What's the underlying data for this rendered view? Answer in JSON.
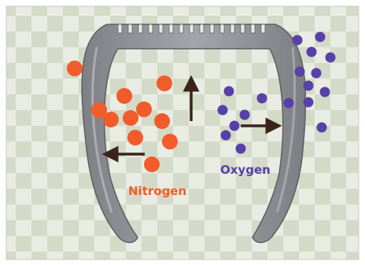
{
  "labels": {
    "nitrogen": "Nitrogen",
    "oxygen": "Oxygen"
  },
  "colors": {
    "nitrogen": "#f25c2a",
    "oxygen": "#5840a8",
    "tire": "#8f9196",
    "tire_stroke": "#5d5f63",
    "arrow": "#3a241a",
    "checker_light": "#e9ece3",
    "checker_dark": "#d3dbc8"
  },
  "icons": {
    "tire": "tire-cross-section-icon",
    "arrows": [
      "arrow-up-icon",
      "arrow-left-icon",
      "arrow-right-icon"
    ]
  },
  "counts": {
    "nitrogen_molecules": 11,
    "oxygen_molecules": 18
  }
}
